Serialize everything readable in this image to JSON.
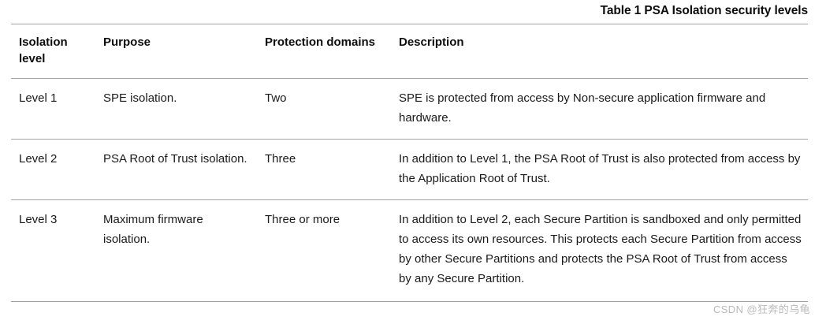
{
  "document": {
    "caption": "Table 1 PSA Isolation security levels",
    "watermark": "CSDN @狂奔的乌龟",
    "border_color": "#a2a2a2",
    "text_color": "#1a1a1a",
    "watermark_color": "#b9b9b9"
  },
  "table": {
    "headers": [
      {
        "label": "Isolation level"
      },
      {
        "label": "Purpose"
      },
      {
        "label": "Protection domains"
      },
      {
        "label": "Description"
      }
    ],
    "rows": [
      {
        "level": "Level 1",
        "purpose": "SPE isolation.",
        "domains": "Two",
        "description": "SPE is protected from access by Non-secure application firmware and hardware."
      },
      {
        "level": "Level 2",
        "purpose": "PSA Root of Trust isolation.",
        "domains": "Three",
        "description": "In addition to Level 1, the PSA Root of Trust is also protected from access by the Application Root of Trust."
      },
      {
        "level": "Level 3",
        "purpose": "Maximum firmware isolation.",
        "domains": "Three or more",
        "description": "In addition to Level 2, each Secure Partition is sandboxed and only permitted to access its own resources. This protects each Secure Partition from access by other Secure Partitions and protects the PSA Root of Trust from access by any Secure Partition."
      }
    ]
  }
}
